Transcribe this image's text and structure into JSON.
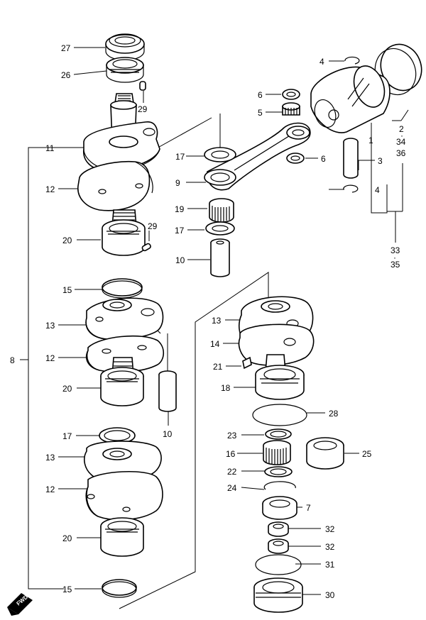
{
  "diagram": {
    "callouts": [
      "27",
      "26",
      "29",
      "11",
      "12",
      "20",
      "29",
      "4",
      "6",
      "5",
      "17",
      "9",
      "6",
      "3",
      "4",
      "19",
      "17",
      "10",
      "1",
      "2",
      "34",
      "36",
      "33",
      "35",
      "15",
      "13",
      "12",
      "20",
      "10",
      "13",
      "14",
      "21",
      "18",
      "28",
      "17",
      "13",
      "12",
      "23",
      "16",
      "22",
      "24",
      "7",
      "20",
      "15",
      "32",
      "32",
      "31",
      "30",
      "25",
      "8"
    ],
    "dot_separators": [
      "·",
      "·"
    ],
    "direction_badge": "FWD"
  },
  "colors": {
    "ink": "#000000",
    "paper": "#ffffff"
  }
}
